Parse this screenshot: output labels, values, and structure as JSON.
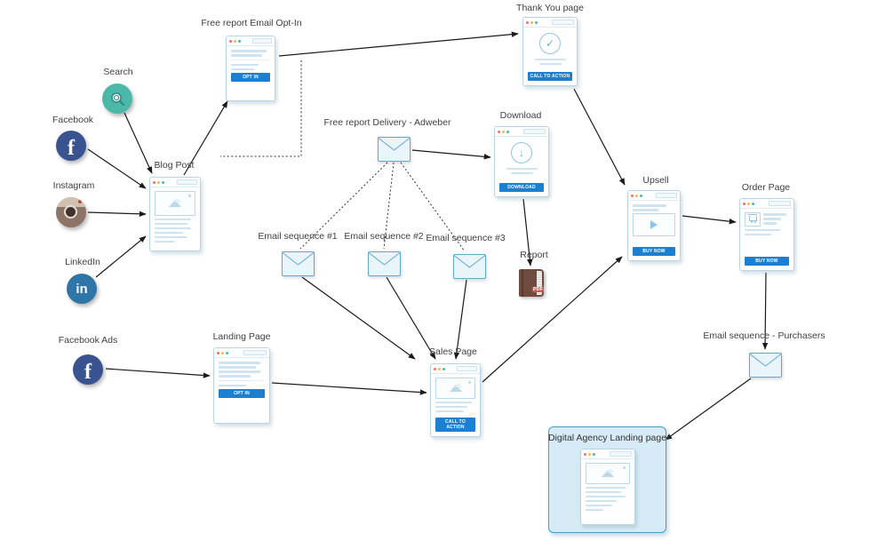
{
  "diagram": {
    "title": "Marketing funnel diagram",
    "nodes": {
      "optin": {
        "label": "Free report  Email Opt-In",
        "button": "OPT IN"
      },
      "thankyou": {
        "label": "Thank You page",
        "button": "CALL TO ACTION"
      },
      "search": {
        "label": "Search"
      },
      "facebook": {
        "label": "Facebook",
        "letter": "f"
      },
      "blogpost": {
        "label": "Blog Post"
      },
      "instagram": {
        "label": "Instagram"
      },
      "linkedin": {
        "label": "LinkedIn",
        "letter": "in"
      },
      "adweber": {
        "label": "Free report Delivery - Adweber"
      },
      "download": {
        "label": "Download",
        "button": "DOWNLOAD"
      },
      "upsell": {
        "label": "Upsell",
        "button": "BUY NOW"
      },
      "order": {
        "label": "Order Page",
        "button": "BUY NOW"
      },
      "seq1": {
        "label": "Email sequence #1"
      },
      "seq2": {
        "label": "Email sequence #2"
      },
      "seq3": {
        "label": "Email sequence #3"
      },
      "report": {
        "label": "Report",
        "badge": "PDF"
      },
      "fbads": {
        "label": "Facebook Ads",
        "letter": "f"
      },
      "landing": {
        "label": "Landing Page",
        "button": "OPT IN"
      },
      "sales": {
        "label": "Sales Page",
        "button": "CALL TO ACTION"
      },
      "purchasers": {
        "label": "Email sequence - Purchasers"
      },
      "agency": {
        "label": "Digital Agency Landing page"
      }
    },
    "edges": [
      {
        "from": "search",
        "to": "blogpost",
        "style": "solid"
      },
      {
        "from": "facebook",
        "to": "blogpost",
        "style": "solid"
      },
      {
        "from": "instagram",
        "to": "blogpost",
        "style": "solid"
      },
      {
        "from": "linkedin",
        "to": "blogpost",
        "style": "solid"
      },
      {
        "from": "blogpost",
        "to": "optin",
        "style": "solid"
      },
      {
        "from": "optin",
        "to": "thankyou",
        "style": "solid"
      },
      {
        "from": "optin",
        "to": "adweber",
        "style": "dotted"
      },
      {
        "from": "adweber",
        "to": "download",
        "style": "solid"
      },
      {
        "from": "adweber",
        "to": "seq1",
        "style": "dotted"
      },
      {
        "from": "adweber",
        "to": "seq2",
        "style": "dotted"
      },
      {
        "from": "adweber",
        "to": "seq3",
        "style": "dotted"
      },
      {
        "from": "thankyou",
        "to": "upsell",
        "style": "solid"
      },
      {
        "from": "download",
        "to": "report",
        "style": "solid"
      },
      {
        "from": "seq1",
        "to": "sales",
        "style": "solid"
      },
      {
        "from": "seq2",
        "to": "sales",
        "style": "solid"
      },
      {
        "from": "seq3",
        "to": "sales",
        "style": "solid"
      },
      {
        "from": "sales",
        "to": "upsell",
        "style": "solid"
      },
      {
        "from": "upsell",
        "to": "order",
        "style": "solid"
      },
      {
        "from": "order",
        "to": "purchasers",
        "style": "solid"
      },
      {
        "from": "purchasers",
        "to": "agency",
        "style": "solid"
      },
      {
        "from": "fbads",
        "to": "landing",
        "style": "solid"
      },
      {
        "from": "landing",
        "to": "sales",
        "style": "solid"
      }
    ],
    "colors": {
      "accent_blue": "#1d7fd0",
      "page_line": "#cfe4f0",
      "envelope_border": "#5fa8d3",
      "search_teal": "#4cb8a9",
      "facebook_blue": "#38538f",
      "linkedin_blue": "#2e75a8",
      "pdf_red": "#d9534f",
      "highlight_fill": "#d6ebf5",
      "highlight_border": "#3f9fcc"
    }
  }
}
